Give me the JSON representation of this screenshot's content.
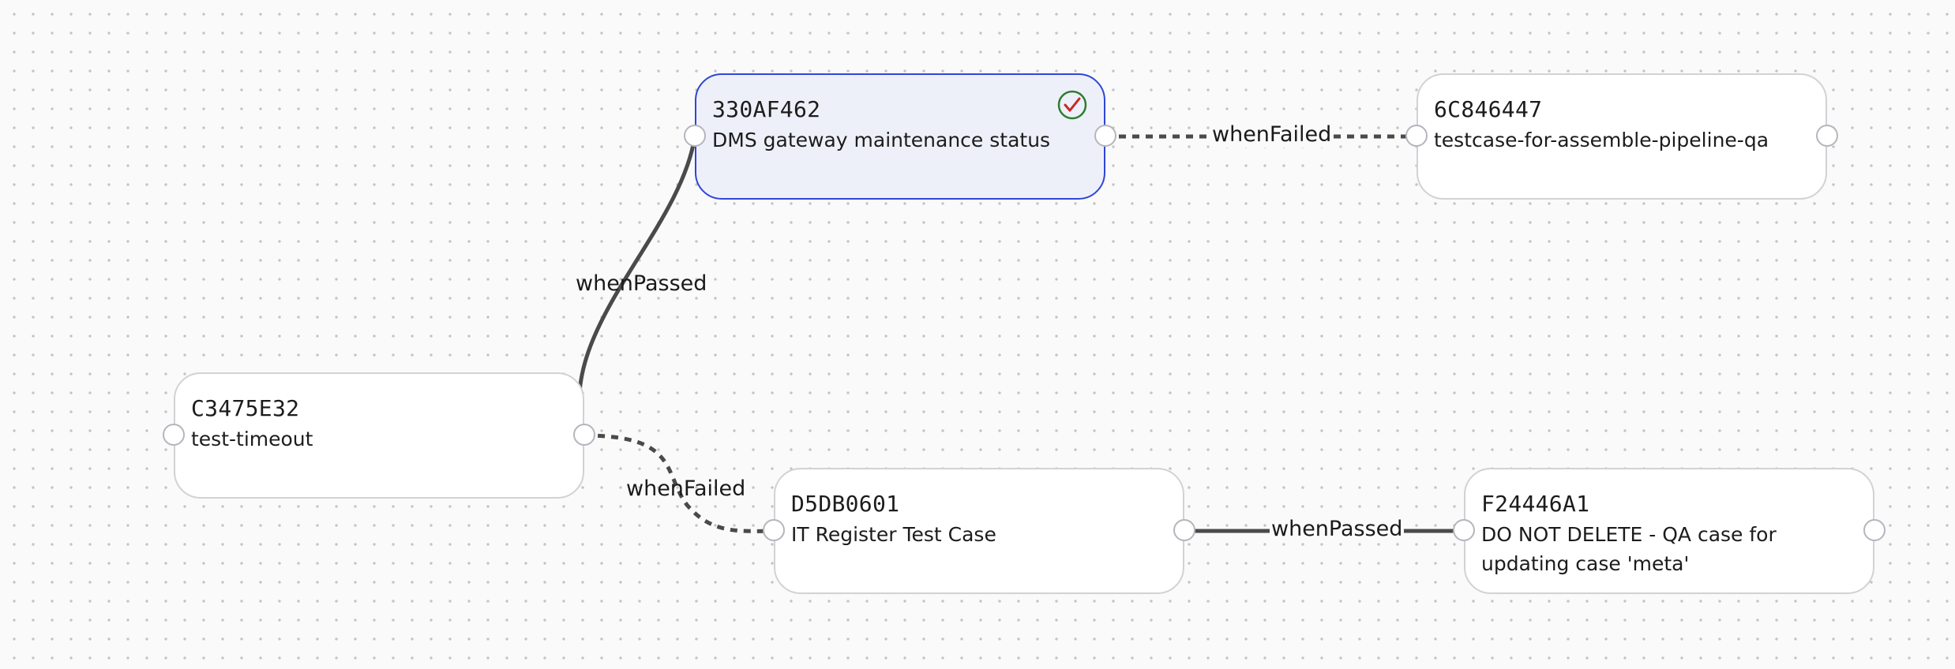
{
  "nodes": {
    "n330": {
      "id": "330AF462",
      "label": "DMS gateway maintenance status",
      "status": "passed"
    },
    "n6c8": {
      "id": "6C846447",
      "label": "testcase-for-assemble-pipeline-qa"
    },
    "nc34": {
      "id": "C3475E32",
      "label": "test-timeout"
    },
    "nd5d": {
      "id": "D5DB0601",
      "label": "IT Register Test Case"
    },
    "nf24": {
      "id": "F24446A1",
      "label": "DO NOT DELETE - QA case for updating case 'meta'"
    }
  },
  "edges": {
    "c34_to_330": {
      "label": "whenPassed",
      "style": "solid"
    },
    "c34_to_d5d": {
      "label": "whenFailed",
      "style": "dashed"
    },
    "330_to_6c8": {
      "label": "whenFailed",
      "style": "dashed"
    },
    "d5d_to_f24": {
      "label": "whenPassed",
      "style": "solid"
    }
  },
  "colors": {
    "selected_border": "#2f46d6",
    "selected_fill": "#eef0f9",
    "node_border": "#d2d2d6",
    "edge": "#4a4a4a",
    "status_check": "#c62828",
    "status_ring": "#2e7d32"
  },
  "icons": {
    "status": "check-circle-icon"
  }
}
